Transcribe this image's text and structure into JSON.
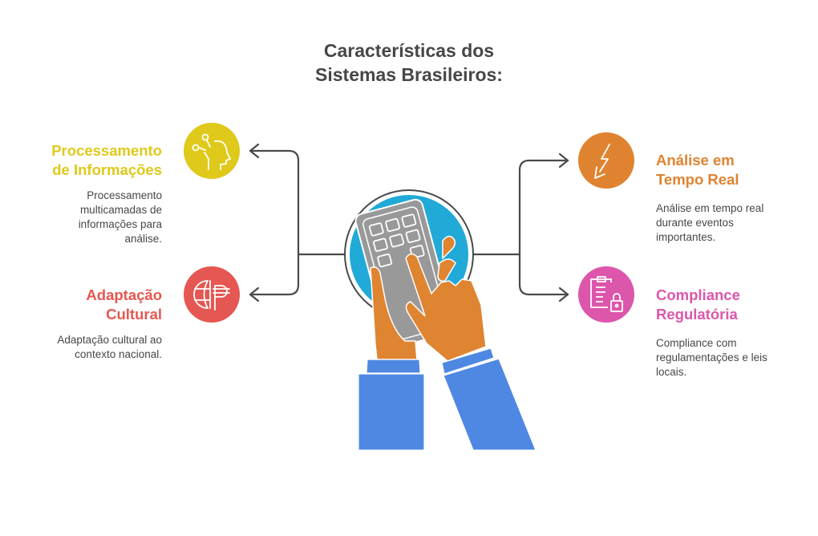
{
  "title": {
    "line1": "Características dos",
    "line2": "Sistemas Brasileiros:"
  },
  "items": [
    {
      "heading1": "Processamento",
      "heading2": "de Informações",
      "desc": [
        "Processamento",
        "multicamadas de",
        "informações para",
        "análise."
      ],
      "color": "#dfc91a",
      "icon": "head-circuit-icon"
    },
    {
      "heading1": "Adaptação",
      "heading2": "Cultural",
      "desc": [
        "Adaptação cultural ao",
        "contexto nacional."
      ],
      "color": "#e55752",
      "icon": "globe-currency-icon"
    },
    {
      "heading1": "Análise em",
      "heading2": "Tempo Real",
      "desc": [
        "Análise em tempo real",
        "durante eventos",
        "importantes."
      ],
      "color": "#e08330",
      "icon": "lightning-icon"
    },
    {
      "heading1": "Compliance",
      "heading2": "Regulatória",
      "desc": [
        "Compliance com",
        "regulamentações e leis",
        "locais."
      ],
      "color": "#dc56ab",
      "icon": "clipboard-lock-icon"
    }
  ],
  "center": {
    "icon": "hands-keypad-icon",
    "color": "#21a9d8"
  }
}
